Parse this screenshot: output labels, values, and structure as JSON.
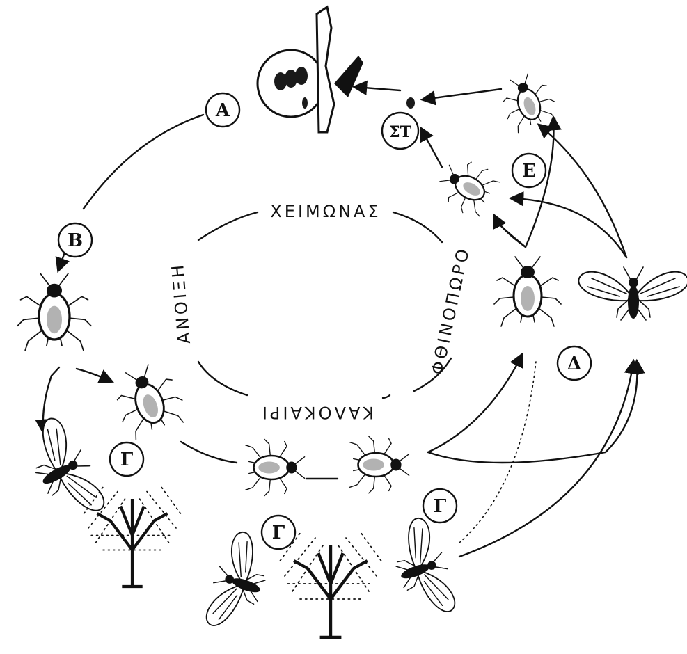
{
  "seasons": {
    "winter": "ΧΕΙΜΩΝΑΣ",
    "autumn": "ΦΘΙΝΟΠΩΡΟ",
    "summer": "ΚΑΛΟΚΑΙΡΙ",
    "spring": "ΑΝΟΙΞΗ"
  },
  "stage_labels": {
    "a": "Α",
    "b": "Β",
    "g1": "Γ",
    "g2": "Γ",
    "g3": "Γ",
    "d": "Δ",
    "e": "Ε",
    "st": "ΣΤ"
  }
}
